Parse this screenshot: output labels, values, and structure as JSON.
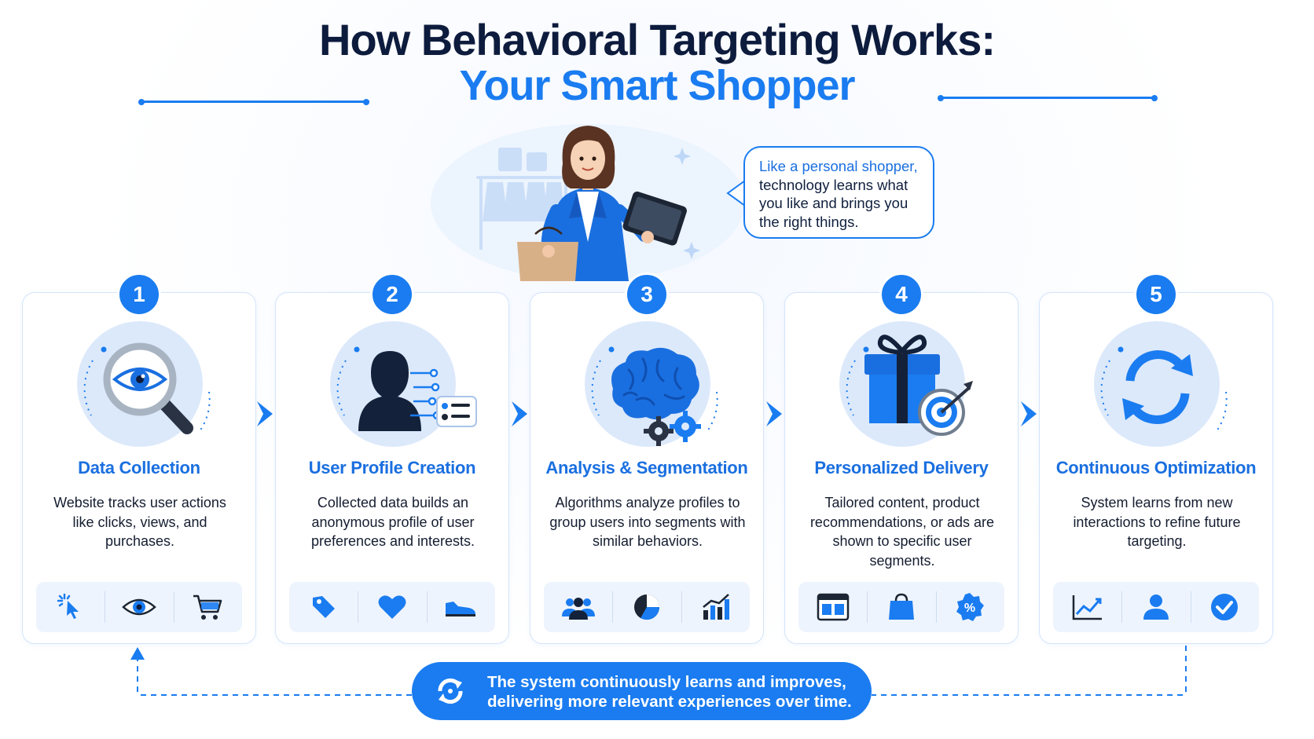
{
  "header": {
    "title_line1": "How Behavioral Targeting Works:",
    "title_line2": "Your Smart Shopper"
  },
  "hero": {
    "bubble_line1": "Like a personal shopper,",
    "bubble_rest": "technology learns what you like and brings you the right things."
  },
  "steps": [
    {
      "number": "1",
      "title": "Data Collection",
      "description": "Website tracks user actions like clicks, views, and purchases.",
      "main_icon": "magnifier-eye-icon",
      "mini_icons": [
        "cursor-click-icon",
        "eye-icon",
        "shopping-cart-icon"
      ]
    },
    {
      "number": "2",
      "title": "User Profile Creation",
      "description": "Collected data builds an anonymous profile of user preferences and interests.",
      "main_icon": "user-profile-icon",
      "mini_icons": [
        "tag-icon",
        "heart-icon",
        "sneaker-icon"
      ]
    },
    {
      "number": "3",
      "title": "Analysis & Segmentation",
      "description": "Algorithms analyze profiles to group users into segments with similar behaviors.",
      "main_icon": "brain-gears-icon",
      "mini_icons": [
        "users-group-icon",
        "pie-chart-icon",
        "bar-chart-icon"
      ]
    },
    {
      "number": "4",
      "title": "Personalized Delivery",
      "description": "Tailored content, product recommendations, or ads are shown to specific user segments.",
      "main_icon": "gift-target-icon",
      "mini_icons": [
        "webpage-icon",
        "shopping-bag-icon",
        "percent-badge-icon"
      ]
    },
    {
      "number": "5",
      "title": "Continuous Optimization",
      "description": "System learns from new interactions to refine future targeting.",
      "main_icon": "refresh-cycle-icon",
      "mini_icons": [
        "line-chart-icon",
        "user-icon",
        "check-circle-icon"
      ]
    }
  ],
  "footer": {
    "text_line1": "The system continuously learns and improves,",
    "text_line2": "delivering more relevant experiences over time."
  },
  "colors": {
    "primary": "#1a7cf0",
    "dark": "#0d1b3d",
    "icon_bg": "#dce9fb",
    "mini_bg": "#eef4fd"
  }
}
